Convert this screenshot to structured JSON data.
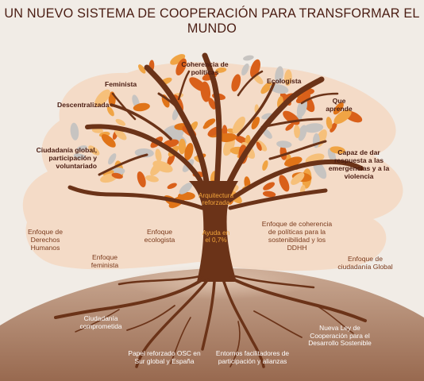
{
  "title": "UN NUEVO SISTEMA DE COOPERACIÓN PARA TRANSFORMAR EL MUNDO",
  "colors": {
    "background": "#f1ece6",
    "bubble": "#f4d9c3",
    "ground_top": "#c4a18a",
    "ground_bottom": "#9a6e54",
    "trunk": "#6b3318",
    "leaf_orange": "#e07418",
    "leaf_light": "#f0a444",
    "leaf_grey": "#c7c4c1",
    "title": "#4a1c12"
  },
  "canopy": {
    "coherencia": "Coherencia de políticas",
    "feminista": "Feminista",
    "ecologista": "Ecologista",
    "descentralizada": "Descentralizada",
    "aprende": "Que aprende",
    "ciudadania": "Ciudadanía global, participación y voluntariado",
    "emergencias": "Capaz de dar respuesta a las emergencias y a la violencia"
  },
  "trunk": {
    "arquitectura": "Arquitectura reforzada",
    "ayuda": "Ayuda en el 0,7%"
  },
  "enfoques": {
    "ddhh": "Enfoque de Derechos Humanos",
    "ecologista": "Enfoque ecologista",
    "coherencia": "Enfoque de coherencia de políticas para la sostenibilidad y los DDHH",
    "feminista": "Enfoque feminista",
    "ciudadania": "Enfoque de ciudadanía Global"
  },
  "roots": {
    "comprometida": "Ciudadanía comprometida",
    "papel": "Papel reforzado OSC en Sur global y España",
    "entornos": "Entornos facilitadores de participación y alianzas",
    "ley": "Nueva Ley de Cooperación para el Desarrollo Sostenible"
  }
}
